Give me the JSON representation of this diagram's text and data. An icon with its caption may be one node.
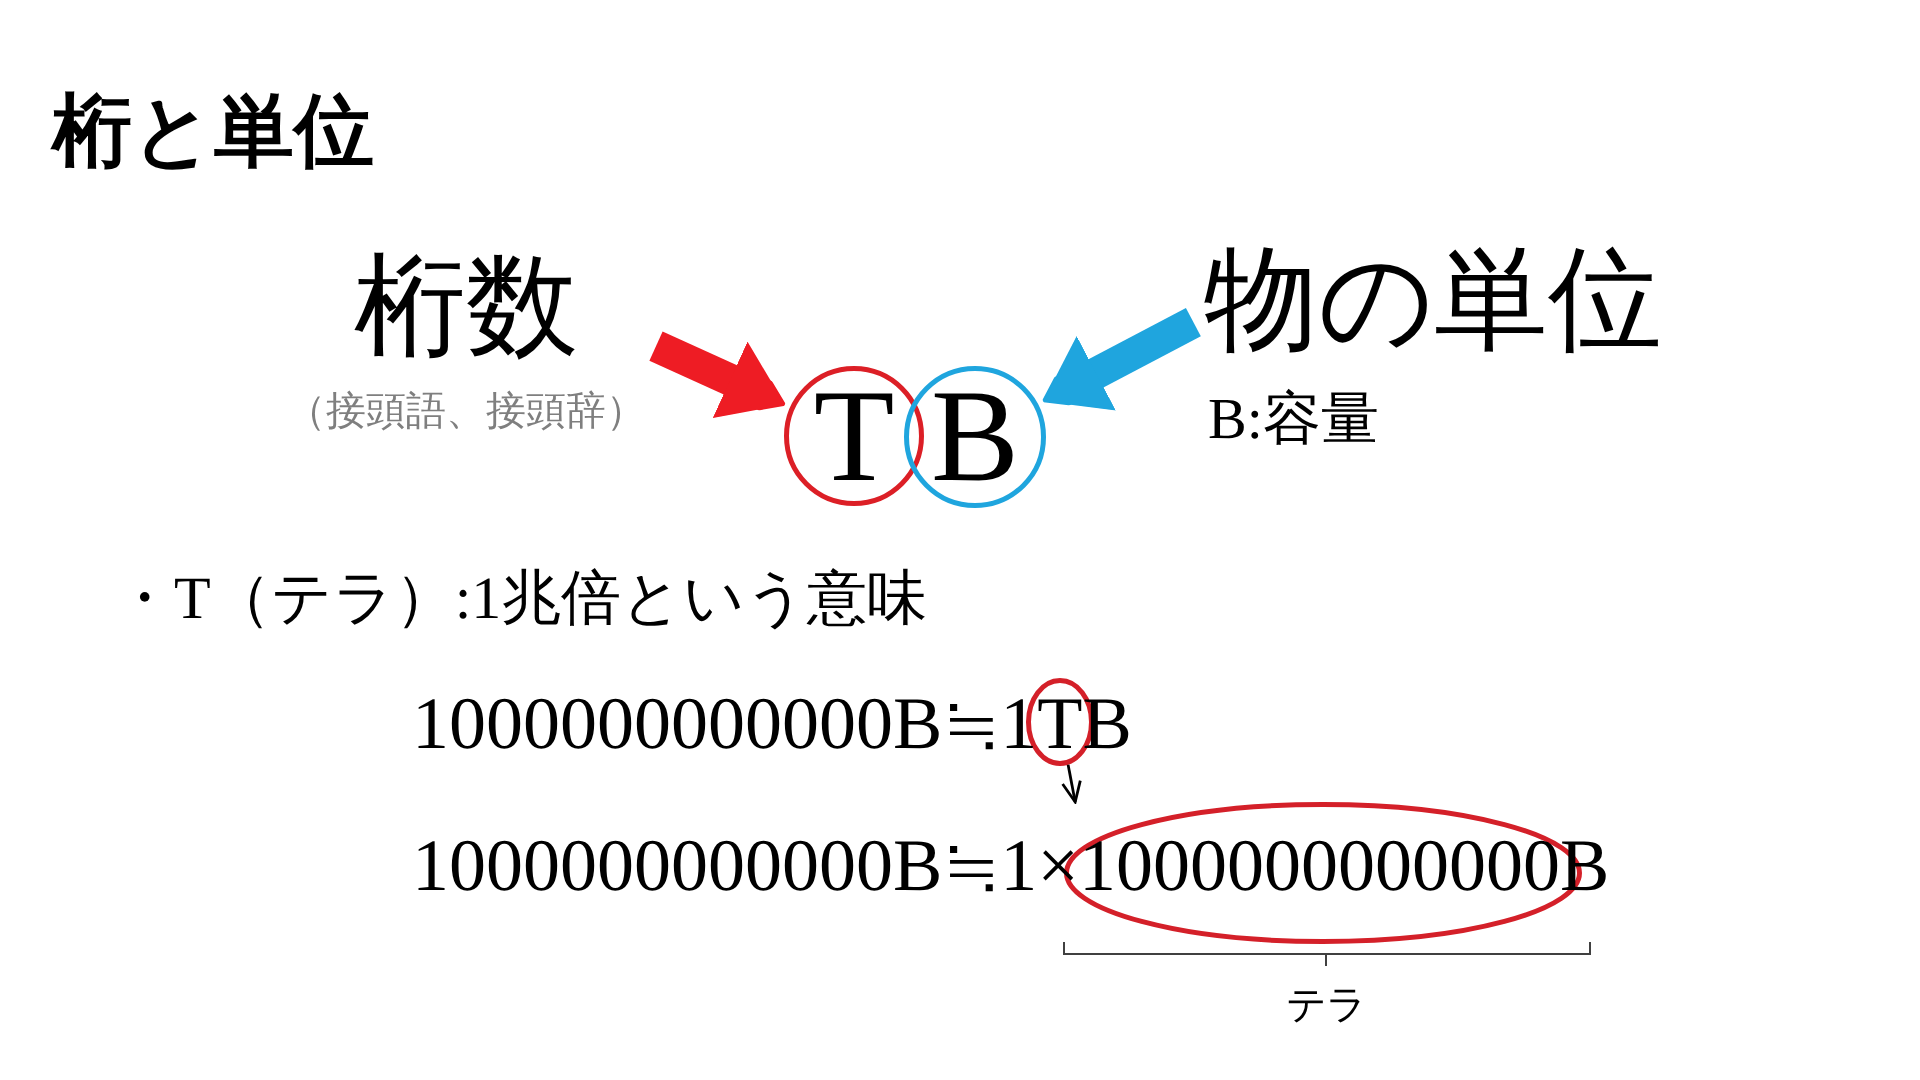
{
  "diagram": {
    "title": "桁と単位",
    "nodes": [
      {
        "text": [
          "桁数",
          "（接頭語、接頭辞）"
        ]
      },
      {
        "text": [
          "T"
        ]
      },
      {
        "text": [
          "B"
        ]
      },
      {
        "text": [
          "物の単位",
          "B:容量"
        ]
      },
      {
        "text": [],
        "shape": "ellipse"
      },
      {
        "text": [],
        "shape": "ellipse"
      }
    ],
    "edges": [
      {
        "from": 0,
        "to": 1,
        "arrow": "to",
        "color": "#ee1c24"
      },
      {
        "from": 3,
        "to": 2,
        "arrow": "to",
        "color": "#1fa5de"
      },
      {
        "from": 4,
        "to": 5,
        "arrow": "to",
        "color": "#000000"
      }
    ],
    "labels": [
      "・T（テラ）:1兆倍という意味",
      "1000000000000B≒1TB",
      "1000000000000B≒1×1000000000000B",
      "テラ"
    ]
  }
}
